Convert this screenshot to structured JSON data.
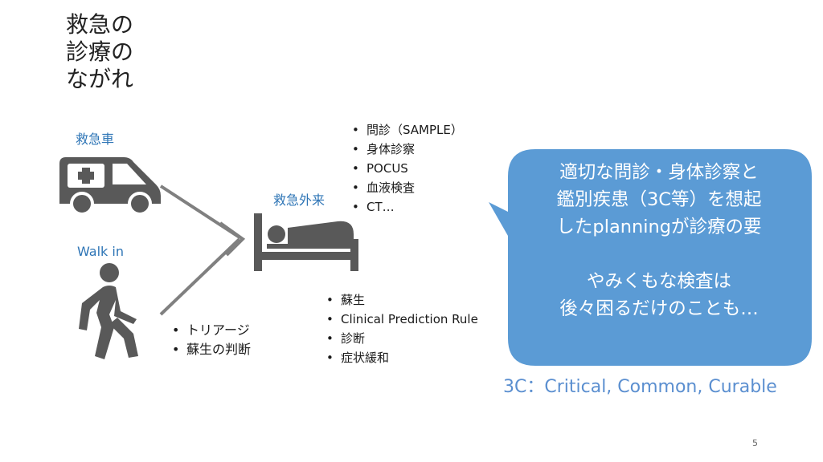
{
  "title": {
    "line1": "救急の",
    "line2": "診療の",
    "line3": "ながれ"
  },
  "ambulance": {
    "label": "救急車"
  },
  "walkin": {
    "label": "Walk in"
  },
  "er": {
    "label": "救急外来"
  },
  "top_list": [
    "問診（SAMPLE）",
    "身体診察",
    "POCUS",
    "血液検査",
    "CT…"
  ],
  "triage_list": [
    "トリアージ",
    "蘇生の判断"
  ],
  "er_list": [
    "蘇生",
    "Clinical Prediction Rule",
    "診断",
    "症状緩和"
  ],
  "callout": {
    "line1": "適切な問診・身体診察と",
    "line2": "鑑別疾患（3C等）を想起",
    "line3": "したplanningが診療の要",
    "line4": "やみくもな検査は",
    "line5": "後々困るだけのことも…"
  },
  "note": "3C：Critical, Common, Curable",
  "page_number": "5",
  "colors": {
    "accent_blue": "#2e75b6",
    "callout_fill": "#5b9bd5",
    "icon_gray": "#595959",
    "arrow_gray": "#808080"
  }
}
